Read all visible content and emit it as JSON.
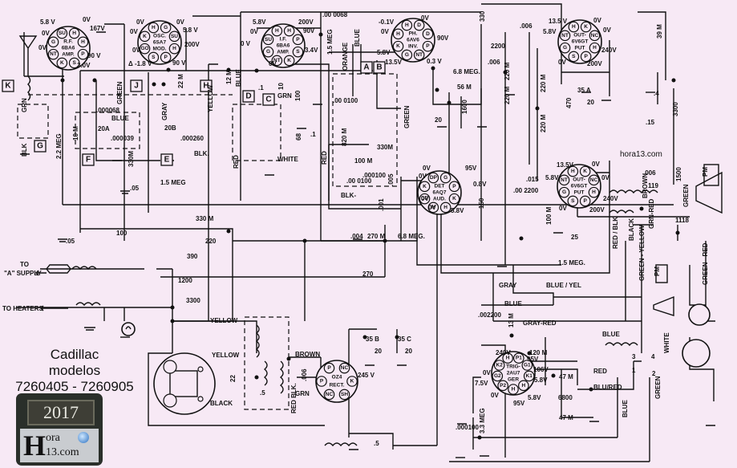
{
  "caption": {
    "brand": "Cadillac",
    "line2": "modelos",
    "models": "7260405 - 7260905"
  },
  "badge": {
    "year": "2017",
    "brand_line1": "ora",
    "brand_line2": "13.com",
    "brand_initial": "H"
  },
  "watermark": "hora13.com",
  "tubes": [
    {
      "id": "rf",
      "lines": [
        "R.F.",
        "6BA6",
        "AMP."
      ],
      "pins": [
        "H",
        "H",
        "P",
        "S",
        "K",
        "NT",
        "G",
        "SU"
      ]
    },
    {
      "id": "osc",
      "lines": [
        "OSC.",
        "6SA7",
        "MOD."
      ],
      "pins": [
        "G",
        "SU",
        "H",
        "P",
        "S",
        "GO",
        "K",
        "H"
      ]
    },
    {
      "id": "if",
      "lines": [
        "I.F.",
        "6BA6",
        "AMP."
      ],
      "pins": [
        "H",
        "P",
        "S",
        "K",
        "NT",
        "G",
        "SU",
        "H"
      ]
    },
    {
      "id": "ph",
      "lines": [
        "PH.",
        "6AV6",
        "INV."
      ],
      "pins": [
        "D",
        "D",
        "P",
        "NT",
        "G",
        "K",
        "H",
        "H"
      ]
    },
    {
      "id": "out1",
      "lines": [
        "OUT-",
        "6V6GT",
        "PUT"
      ],
      "pins": [
        "K",
        "NC",
        "H",
        "P",
        "S",
        "G",
        "NT",
        "H"
      ]
    },
    {
      "id": "det",
      "lines": [
        "DET",
        "6AQ7",
        "AUD."
      ],
      "pins": [
        "G",
        "P",
        "K",
        "H",
        "H",
        "DP",
        "K",
        "DP"
      ]
    },
    {
      "id": "out2",
      "lines": [
        "OUT-",
        "6V6GT",
        "PUT"
      ],
      "pins": [
        "K",
        "NC",
        "H",
        "P",
        "S",
        "G",
        "NT",
        "H"
      ]
    },
    {
      "id": "rect",
      "lines": [
        "OZ4",
        "RECT."
      ],
      "pins": [
        "NC",
        "K",
        "SH",
        "NC",
        "P",
        "P"
      ]
    },
    {
      "id": "trig",
      "lines": [
        "TRIG-",
        "2AU7",
        "GER"
      ],
      "pins": [
        "P1",
        "G1",
        "K1",
        "H",
        "H",
        "P2",
        "G2",
        "K2",
        "H"
      ]
    }
  ],
  "voltages": {
    "rf_h": "5.8 V",
    "rf_top": "0V",
    "rf_p": "167V",
    "rf_su": "0V",
    "rf_g": "0V",
    "rf_s": "90 V",
    "rf_k": "3.0V",
    "osc_g": "0V",
    "osc_h1": "0V",
    "osc_su": "0V",
    "osc_h": "5.8 V",
    "osc_p": "200V",
    "osc_k": "0V",
    "osc_go": "Δ -1.8 V",
    "osc_s": "90 V",
    "if_h": "5.8V",
    "if_h2": "0V",
    "if_su": "0 V",
    "if_p": "200V",
    "if_s": "90V",
    "if_k": "3.4V",
    "if_g": "0V",
    "ph_d": "-0.1V",
    "ph_top": "0V",
    "ph_h": "0V",
    "ph_p": "90V",
    "ph_hh": "5.8V",
    "ph_k": "13.5V",
    "ph_g": "0.3 V",
    "out1_k": "13.5 V",
    "out1_h": "5.8V",
    "out1_nc": "0V",
    "out1_h2": "0V",
    "out1_p": "240V",
    "out1_g": "0V",
    "out1_s": "200V",
    "det_g": "0V",
    "det_p": "95V",
    "det_dp": "0V",
    "det_k": "0.8V",
    "det_dp2": "0V",
    "det_h": "5.8V",
    "det_h2": "0V",
    "out2_k": "13.5V",
    "out2_nc": "0V",
    "out2_h": "5.8V",
    "out2_h2": "0V",
    "out2_p": "240V",
    "out2_g": "0V",
    "out2_s": "200V",
    "rect": "245 V",
    "trig_p1": "240V",
    "trig_g1": "95V",
    "trig_k1": "106V",
    "trig_h": "5.8V",
    "trig_h2": "5.8V",
    "trig_h0": "0V",
    "trig_k2": "7.5V",
    "trig_g2": "0V",
    "trig_p2": "95V"
  },
  "components": {
    "c_000068_a": ".000068",
    "c_000068_b": ".00 0068",
    "c_000039": ".000039",
    "c_000260": ".000260",
    "c_20a": "20A",
    "c_20b": "20B",
    "r_22meg": "2.2 MEG",
    "r_10m": "10 M",
    "r_330m": "330M",
    "c_05a": ".05",
    "r_15meg": "1.5 MEG",
    "r_330m2": "330 M",
    "r_100": "100",
    "c_05b": ".05",
    "r_22m": "22 M",
    "r_12m": "12 M",
    "c_1a": ".1",
    "r_10": "10",
    "r_100b": "100",
    "r_68": "68",
    "c_1b": ".1",
    "r_15meg_b": "1.5 MEG",
    "c_00100a": ".00 0100",
    "r_820m": "820 M",
    "r_100m": "100 M",
    "r_330m3": "330M",
    "c_000100b": ".000100",
    "c_00100c": ".00 0100",
    "c_005": ".005",
    "c_001": ".001",
    "c_004": ".004",
    "r_270m": "270 M",
    "r_68meg": "6.8 MEG.",
    "r_330": "330",
    "r_2200": "2200",
    "c_006a": ".006",
    "c_006b": ".006",
    "r_220m_a": "220 M",
    "r_220m_b": "220 M",
    "r_220m_c": "220 M",
    "r_220m_d": "220 M",
    "r_68meg_b": "6.8 MEG.",
    "r_56m": "56 M",
    "c_20": "20",
    "r_1600": "1600",
    "r_470": "470",
    "c_35a": "35 A",
    "c_20c": "20",
    "r_39m": "39 M",
    "c_4": ".4",
    "r_3300": "3300",
    "c_15": ".15",
    "c_015": ".015",
    "c_002200": ".00 2200",
    "r_150": "150",
    "r_100m_b": "100 M",
    "c_25": "25",
    "c_006c": ".006",
    "r_1500": "1500",
    "r_15meg_c": "1.5 MEG.",
    "r_270": "270",
    "c_35b": "35 B",
    "c_35c": "35 C",
    "c_20d": "20",
    "c_20e": "20",
    "r_220": "220",
    "r_390": "390",
    "r_1200": "1200",
    "r_3300b": "3300",
    "r_22": "22",
    "c_5": ".5",
    "c_006d": ".006",
    "c_5b": ".5",
    "c_002200b": ".002200",
    "r_13m": "13 M",
    "r_120m": "120 M",
    "r_47m_a": "47 M",
    "r_6800": "6800",
    "r_47m_b": "47 M",
    "r_33meg": "3.3 MEG",
    "c_000100d": ".000100",
    "pm": "PM",
    "t119": "119",
    "t1118": "1118"
  },
  "wires": {
    "green": "GREEN",
    "gray": "GRAY",
    "yellow": "YELLOW",
    "blue": "BLUE",
    "grn": "GRN",
    "red": "RED",
    "white": "WHITE",
    "orange": "ORANGE",
    "blue2": "BLUE",
    "green2": "GREEN",
    "blk": "BLK-",
    "blue_a": "BLUE",
    "blue_f": "BLUE",
    "blk_g": "BLK",
    "blk_e": "BLK.",
    "grn_k": "GRN",
    "blue_c": "BLUE",
    "brown": "BROWN",
    "grn_red": "GRN-RED",
    "black": "BLACK",
    "red_blk": "RED / BLK",
    "green_yellow": "GREEN - YELLOW",
    "green_red": "GREEN - RED",
    "green3": "GREEN",
    "gray2": "GRAY",
    "blue_yel": "BLUE / YEL",
    "blue3": "BLUE",
    "gray_red": "GRAY-RED",
    "blue4": "BLUE",
    "white2": "WHITE",
    "red2": "RED",
    "blu_red": "BLU/RED",
    "blue5": "BLUE",
    "green4": "GREEN",
    "yellow1": "YELLOW",
    "yellow2": "YELLOW",
    "black2": "BLACK",
    "brown2": "BROWN",
    "grn2": "GRN",
    "red_blk2": "RED BLK."
  },
  "io": {
    "a_supply_1": "TO",
    "a_supply_2": "\"A\" SUPPLY",
    "heaters": "TO HEATERS"
  },
  "points": [
    "K",
    "J",
    "H",
    "G",
    "F",
    "E",
    "D",
    "C",
    "A",
    "B"
  ],
  "switch": {
    "n1": "1",
    "n2": "2",
    "n3": "3",
    "n4": "4"
  }
}
